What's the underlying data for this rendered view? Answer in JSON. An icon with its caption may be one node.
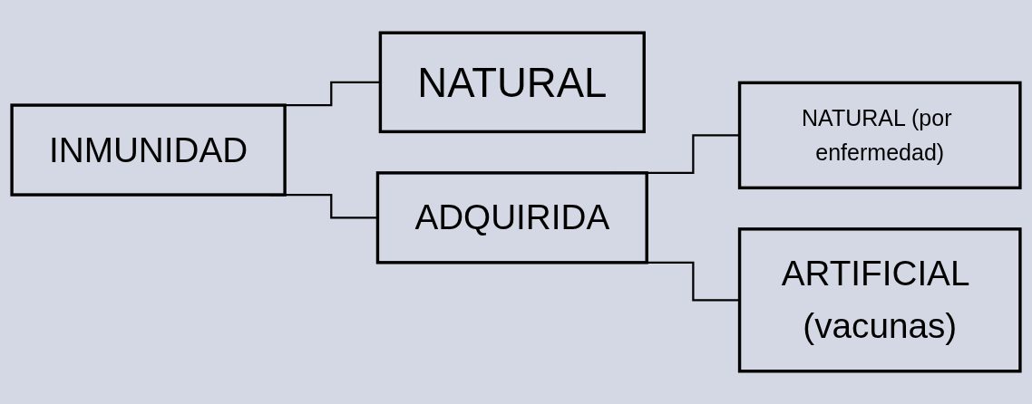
{
  "diagram": {
    "nodes": [
      {
        "text": [
          "INMUNIDAD"
        ]
      },
      {
        "text": [
          "NATURAL"
        ]
      },
      {
        "text": [
          "ADQUIRIDA"
        ]
      },
      {
        "text": [
          "NATURAL (por enfermedad)"
        ]
      },
      {
        "text": [
          "ARTIFICIAL (vacunas)"
        ]
      }
    ],
    "edges": [
      {
        "from": 0,
        "to": 1,
        "arrow": "none"
      },
      {
        "from": 0,
        "to": 2,
        "arrow": "none"
      },
      {
        "from": 2,
        "to": 3,
        "arrow": "none"
      },
      {
        "from": 2,
        "to": 4,
        "arrow": "none"
      }
    ]
  }
}
